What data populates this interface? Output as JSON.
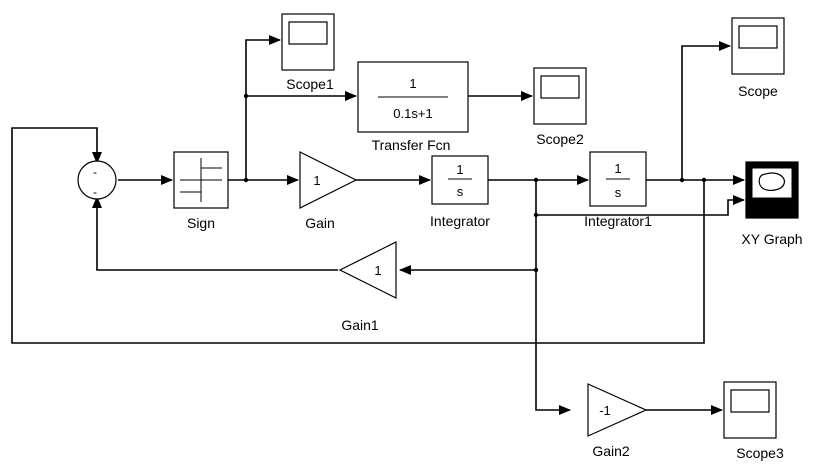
{
  "blocks": {
    "sum": {
      "sign_top": "-",
      "sign_bottom": "-"
    },
    "sign": {
      "label": "Sign"
    },
    "gain": {
      "label": "Gain",
      "value": "1"
    },
    "gain1": {
      "label": "Gain1",
      "value": "1"
    },
    "gain2": {
      "label": "Gain2",
      "value": "-1"
    },
    "integrator": {
      "label": "Integrator",
      "numerator": "1",
      "denominator": "s"
    },
    "integrator1": {
      "label": "Integrator1",
      "numerator": "1",
      "denominator": "s"
    },
    "transfer_fcn": {
      "label": "Transfer Fcn",
      "numerator": "1",
      "denominator": "0.1s+1"
    },
    "scope": {
      "label": "Scope"
    },
    "scope1": {
      "label": "Scope1"
    },
    "scope2": {
      "label": "Scope2"
    },
    "scope3": {
      "label": "Scope3"
    },
    "xy_graph": {
      "label": "XY Graph"
    }
  }
}
